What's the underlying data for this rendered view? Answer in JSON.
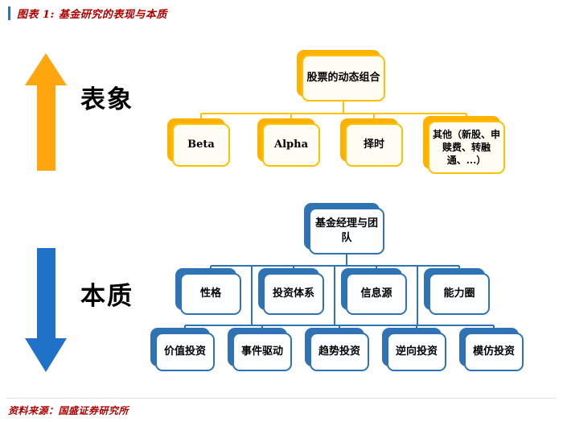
{
  "header": {
    "title": "图表 1: 基金研究的表现与本质"
  },
  "footer": {
    "source": "资料来源：国盛证券研究所"
  },
  "colors": {
    "title_red": "#B00000",
    "orange_arrow": "#FFA60F",
    "orange_border": "#FFC000",
    "orange_shadow": "#FFB100",
    "blue_arrow": "#1F72C8",
    "blue_border": "#2E74B5",
    "header_bar_blue": "#2E74B5"
  },
  "surface_section": {
    "label": "表象",
    "root": "股票的动态组合",
    "children": [
      "Beta",
      "Alpha",
      "择时",
      "其他（新股、申赎费、转融通、...）"
    ]
  },
  "essence_section": {
    "label": "本质",
    "root": "基金经理与团队",
    "level2": [
      "性格",
      "投资体系",
      "信息源",
      "能力圈"
    ],
    "level3": [
      "价值投资",
      "事件驱动",
      "趋势投资",
      "逆向投资",
      "模仿投资"
    ]
  }
}
